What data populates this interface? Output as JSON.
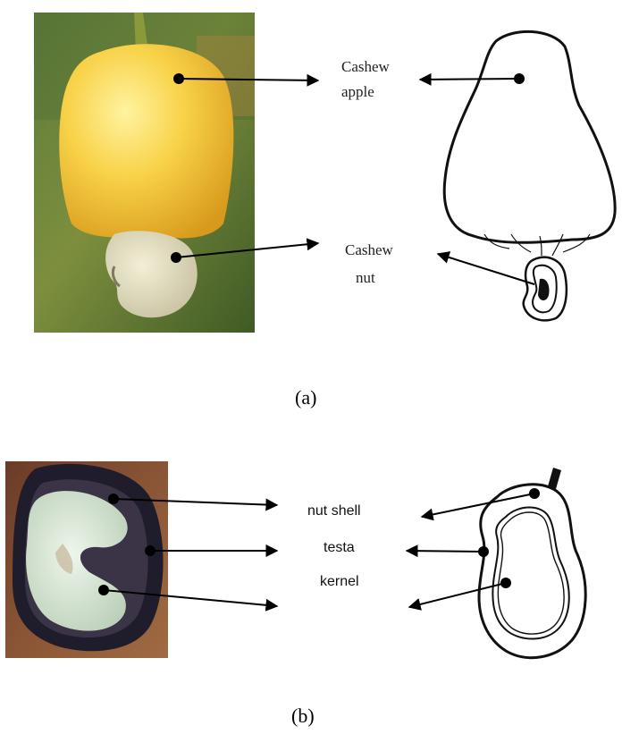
{
  "panel_a": {
    "caption": "(a)",
    "labels": {
      "cashew_apple_line1": "Cashew",
      "cashew_apple_line2": "apple",
      "cashew_nut_line1": "Cashew",
      "cashew_nut_line2": "nut"
    }
  },
  "panel_b": {
    "caption": "(b)",
    "labels": {
      "nut_shell": "nut shell",
      "testa": "testa",
      "kernel": "kernel"
    }
  }
}
